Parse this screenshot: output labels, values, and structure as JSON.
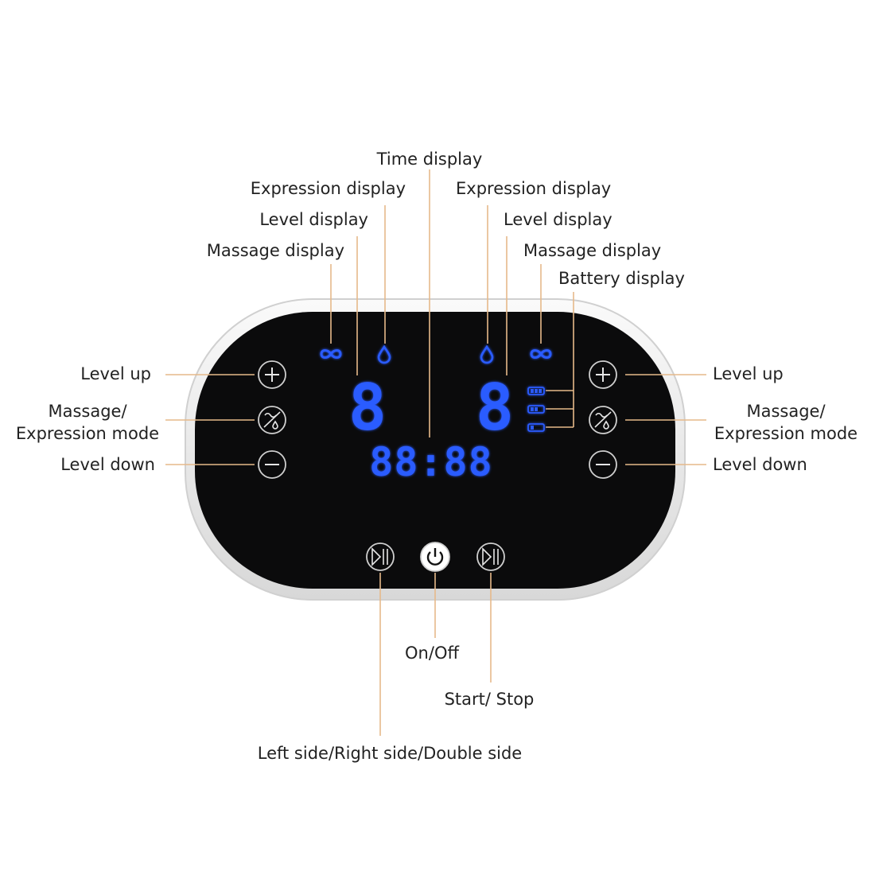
{
  "labels": {
    "time_display": "Time display",
    "expression_display_left": "Expression display",
    "level_display_left": "Level display",
    "massage_display_left": "Massage display",
    "expression_display_right": "Expression display",
    "level_display_right": "Level display",
    "massage_display_right": "Massage display",
    "battery_display": "Battery display",
    "level_up_left": "Level up",
    "mode_left_line1": "Massage/",
    "mode_left_line2": "Expression mode",
    "level_down_left": "Level down",
    "level_up_right": "Level up",
    "mode_right_line1": "Massage/",
    "mode_right_line2": "Expression mode",
    "level_down_right": "Level down",
    "on_off": "On/Off",
    "start_stop": "Start/ Stop",
    "side_select": "Left side/Right side/Double side"
  },
  "display": {
    "left_level": "8",
    "right_level": "8",
    "time": "88:88"
  },
  "colors": {
    "panel": "#0b0b0c",
    "bezel": "#f4f4f4",
    "led_blue": "#2b5bff",
    "leader": "#e6b98a",
    "button_ring": "#bfbfbf"
  },
  "icons": [
    "infinity-icon",
    "drop-icon",
    "plus-icon",
    "minus-icon",
    "massage-expression-icon",
    "power-icon",
    "play-pause-icon",
    "battery-icon"
  ]
}
